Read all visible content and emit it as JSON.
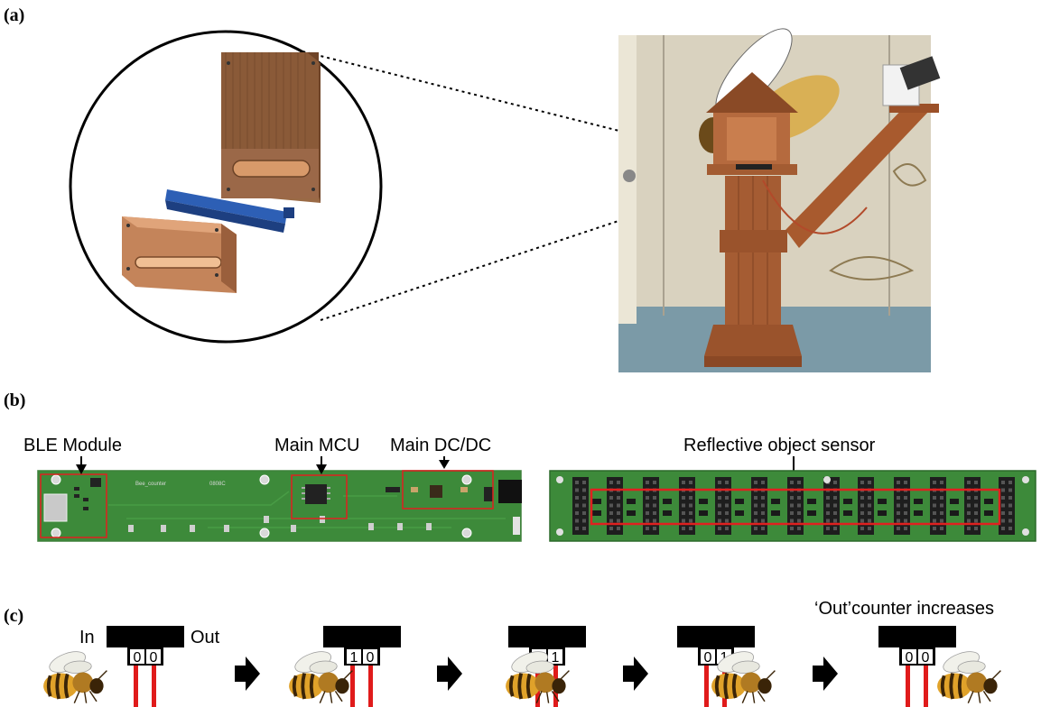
{
  "panel_a": {
    "label": "(a)"
  },
  "panel_b": {
    "label": "(b)",
    "annotations": {
      "ble": "BLE Module",
      "mcu": "Main MCU",
      "dcdc": "Main DC/DC",
      "sensor": "Reflective object sensor"
    },
    "pcb_silk": {
      "name": "Bee_counter",
      "rev": "0808C"
    }
  },
  "panel_c": {
    "label": "(c)",
    "in_label": "In",
    "out_label": "Out",
    "counter_label": "‘Out’counter increases",
    "states": [
      {
        "left": "0",
        "right": "0"
      },
      {
        "left": "1",
        "right": "0"
      },
      {
        "left": "1",
        "right": "1"
      },
      {
        "left": "0",
        "right": "1"
      },
      {
        "left": "0",
        "right": "0"
      }
    ]
  },
  "colors": {
    "pcb_green": "#3f8a3a",
    "highlight_red": "#e02020",
    "sensor_red": "#e01b1b",
    "wood": "#a0522d",
    "block": "#000000"
  }
}
